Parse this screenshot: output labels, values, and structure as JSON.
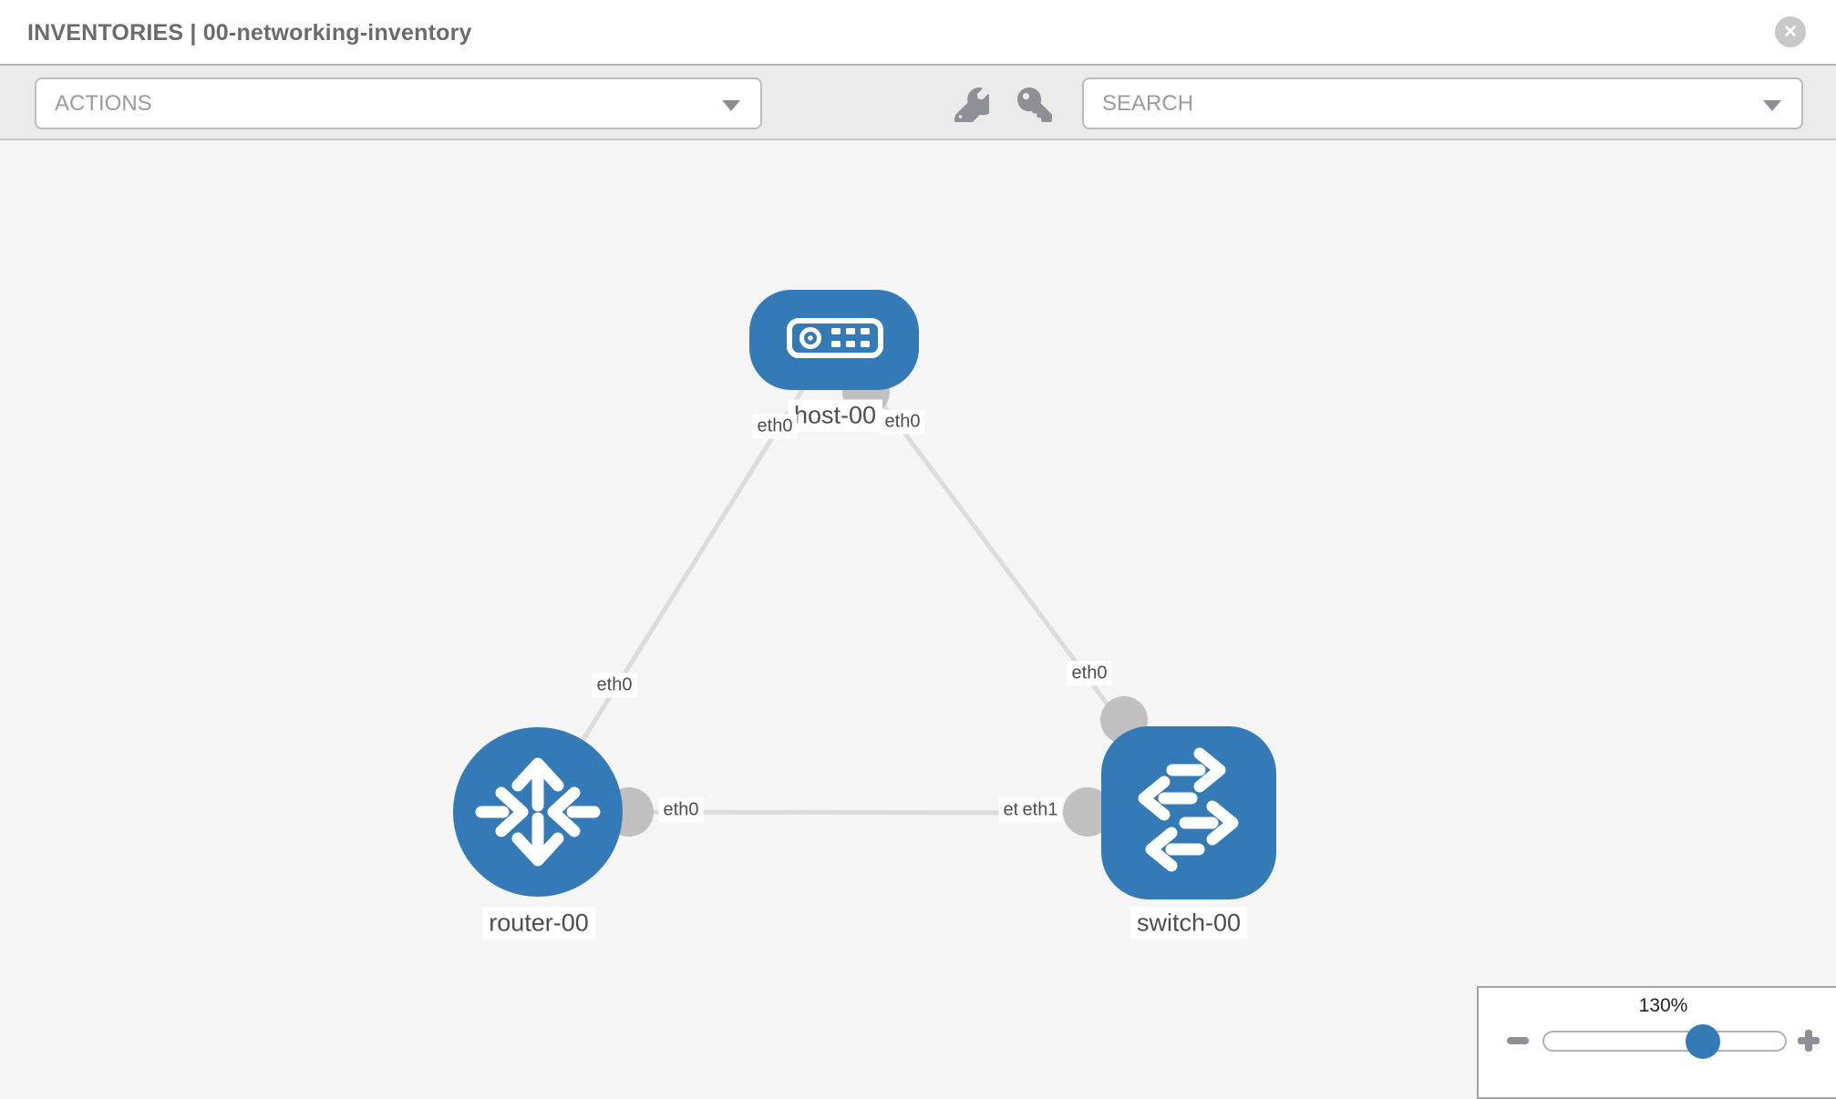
{
  "header": {
    "title": "INVENTORIES | 00-networking-inventory",
    "close_label": "✕"
  },
  "toolbar": {
    "actions_label": "ACTIONS",
    "search_label": "SEARCH",
    "icons": [
      "wrench-icon",
      "key-icon"
    ]
  },
  "topology": {
    "nodes": [
      {
        "label": "host-00",
        "type": "host"
      },
      {
        "label": "router-00",
        "type": "router"
      },
      {
        "label": "switch-00",
        "type": "switch"
      }
    ],
    "links": [
      {
        "from": "host-00",
        "to": "router-00"
      },
      {
        "from": "host-00",
        "to": "switch-00"
      },
      {
        "from": "router-00",
        "to": "switch-00"
      }
    ],
    "port_labels": [
      {
        "text": "eth0",
        "position": "host-bottom-left"
      },
      {
        "text": "eth0",
        "position": "host-bottom-right"
      },
      {
        "text": "eth0",
        "position": "above-router"
      },
      {
        "text": "eth0",
        "position": "above-switch"
      },
      {
        "text": "eth0",
        "position": "link-router-side"
      },
      {
        "text": "eth0",
        "position": "link-switch-side-under"
      },
      {
        "text": "eth1",
        "position": "link-switch-side-over"
      }
    ],
    "colors": {
      "node_fill": "#337ab7",
      "link": "#dcdcdc",
      "port": "#c0c0c0",
      "canvas_bg": "#f5f5f6",
      "label_text": "#4d4d4d"
    }
  },
  "zoom_control": {
    "level": "130%"
  }
}
